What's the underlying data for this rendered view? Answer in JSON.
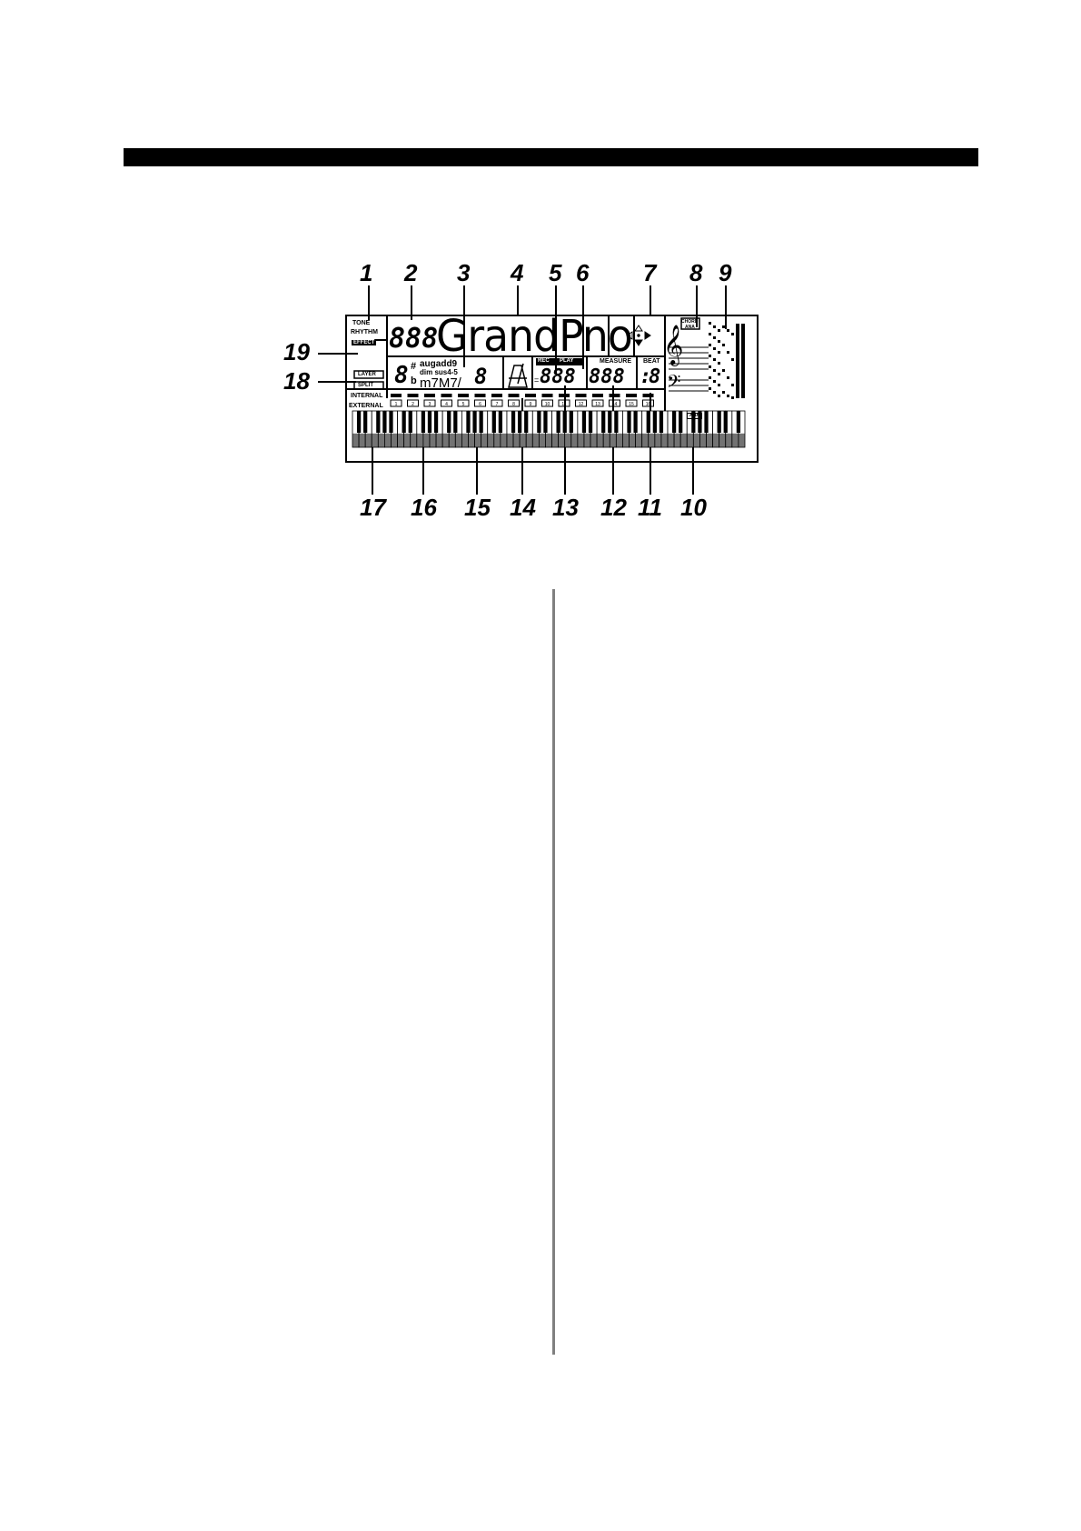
{
  "callouts_top": [
    "1",
    "2",
    "3",
    "4",
    "5",
    "6",
    "7",
    "8",
    "9"
  ],
  "callouts_left": [
    "19",
    "18"
  ],
  "callouts_bottom": [
    "17",
    "16",
    "15",
    "14",
    "13",
    "12",
    "11",
    "10"
  ],
  "display": {
    "tone_label": "TONE",
    "rhythm_label": "RHYTHM",
    "effect_label": "EFFECT",
    "layer_label": "LAYER",
    "split_label": "SPLIT",
    "internal_label": "INTERNAL",
    "external_label": "EXTERNAL",
    "number_digits": "888",
    "tone_name": "GrandPno",
    "chord_root": "8",
    "sharp_flat_top": "#",
    "sharp_flat_bottom": "b",
    "chord_line1": "augadd9",
    "chord_line2": "dim sus4-5",
    "chord_line3": "m7M7/",
    "bass_note": "8",
    "rec_label": "REC",
    "play_label": "PLAY",
    "tempo_prefix": "=",
    "tempo_digits": "888",
    "measure_label": "MEASURE",
    "measure_digits": "888",
    "beat_label": "BEAT",
    "beat_colon": ":",
    "beat_digit": "8",
    "ana_label": "ANA",
    "chord_label": "CHORD",
    "track_numbers": [
      "1",
      "2",
      "3",
      "4",
      "5",
      "6",
      "7",
      "8",
      "9",
      "10",
      "11",
      "12",
      "13",
      "14",
      "15",
      "16"
    ]
  }
}
